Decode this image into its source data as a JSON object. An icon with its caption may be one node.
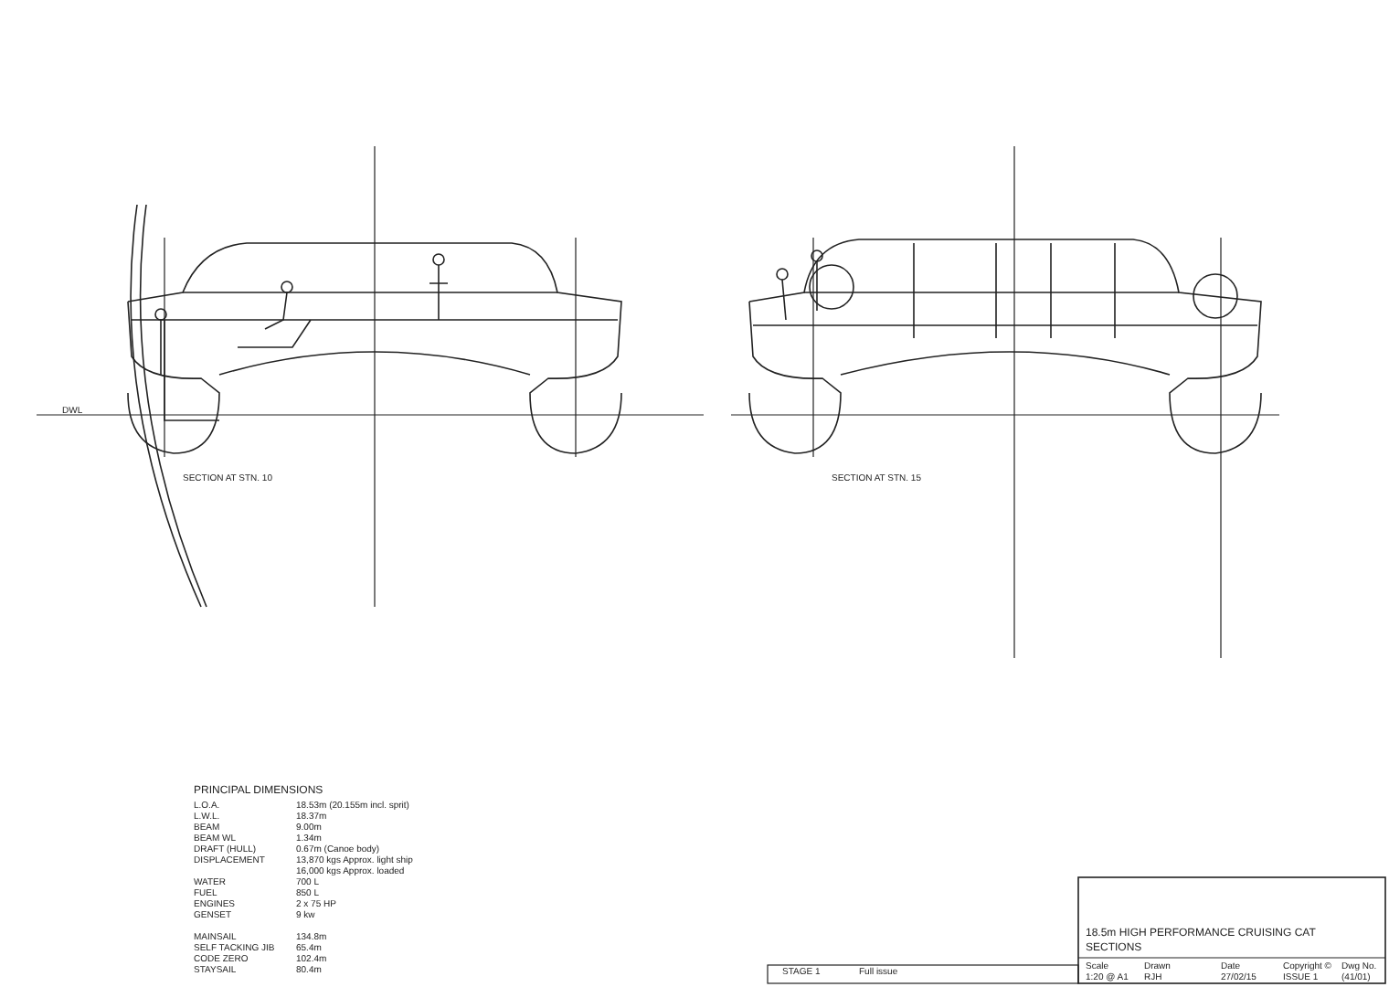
{
  "diagram": {
    "title": "SECTIONS",
    "labels": [
      "DWL",
      "SECTION AT STN. 10",
      "SECTION AT STN. 15",
      "PRINCIPAL DIMENSIONS",
      "L.O.A.",
      "18.53m (20.155m incl. sprit)",
      "L.W.L.",
      "18.37m",
      "BEAM",
      "9.00m",
      "BEAM WL",
      "1.34m",
      "DRAFT (HULL)",
      "0.67m (Canoe body)",
      "DISPLACEMENT",
      "13,870 kgs Approx. light ship",
      "16,000 kgs Approx. loaded",
      "WATER",
      "700 L",
      "FUEL",
      "850 L",
      "ENGINES",
      "2 x 75 HP",
      "GENSET",
      "9 kw",
      "MAINSAIL",
      "134.8m",
      "SELF TACKING JIB",
      "65.4m",
      "CODE ZERO",
      "102.4m",
      "STAYSAIL",
      "80.4m",
      "18.5m HIGH PERFORMANCE CRUISING CAT",
      "Scale",
      "Drawn",
      "Date",
      "Copyright ©",
      "Dwg No.",
      "1:20 @ A1",
      "RJH",
      "27/02/15",
      "ISSUE 1",
      "(41/01)",
      "STAGE 1",
      "Full issue"
    ]
  }
}
